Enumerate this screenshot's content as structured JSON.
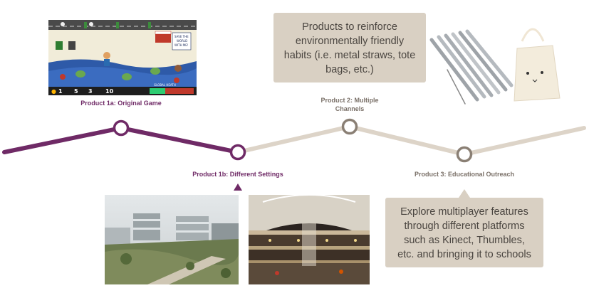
{
  "timeline": {
    "colors": {
      "active": "#6f2a66",
      "inactive": "#ddd4c8",
      "inactive_stroke": "#8a7f74",
      "callout_bg": "#d9d0c3"
    }
  },
  "products": {
    "p1a": {
      "label": "Product 1a: Original Game"
    },
    "p1b": {
      "label": "Product 1b: Different Settings"
    },
    "p2": {
      "label_line1": "Product 2: Multiple",
      "label_line2": "Channels"
    },
    "p3": {
      "label": "Product 3: Educational Outreach"
    }
  },
  "callouts": {
    "top": {
      "line1": "Products to reinforce",
      "line2": "environmentally friendly",
      "line3": "habits (i.e. metal straws, tote",
      "line4": "bags, etc.)"
    },
    "bottom": {
      "line1": "Explore multiplayer features",
      "line2": "through different platforms",
      "line3": "such as  Kinect, Thumbles,",
      "line4": "etc. and bringing it to schools"
    }
  },
  "game": {
    "hud": {
      "c1": "1",
      "c2": "5",
      "c3": "3",
      "c4": "10",
      "health_label": "GLOBAL HEATH"
    },
    "banner": {
      "line1": "SAVE THE",
      "line2": "WORLD",
      "line3": "WITH ME!"
    }
  }
}
